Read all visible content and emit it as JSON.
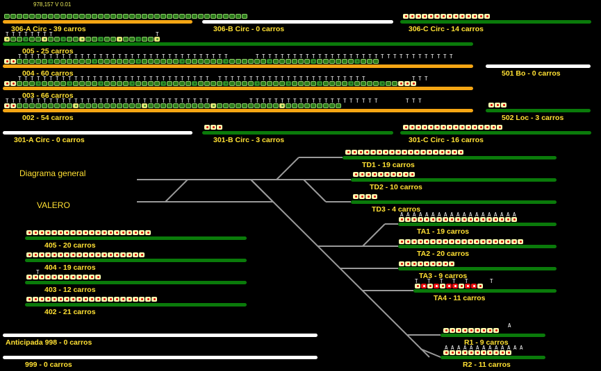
{
  "header": {
    "version": "978,157 V 0.01"
  },
  "title": {
    "line1": "Diagrama general",
    "line2": "VALERO"
  },
  "tracks": {
    "t306a": "306-A Circ - 39 carros",
    "t306b": "306-B Circ - 0 carros",
    "t306c": "306-C Circ - 14 carros",
    "t005": "005 - 25 carros",
    "t004": "004 - 60 carros",
    "t003": "003 - 66 carros",
    "t002": "002 - 54 carros",
    "t501": "501 Bo - 0 carros",
    "t502": "502 Loc - 3 carros",
    "t301a": "301-A Circ - 0 carros",
    "t301b": "301-B Circ - 3 carros",
    "t301c": "301-C Circ - 16 carros",
    "td1": "TD1 - 19 carros",
    "td2": "TD2 - 10 carros",
    "td3": "TD3 - 4 carros",
    "ta1": "TA1 - 19 carros",
    "ta2": "TA2 - 20 carros",
    "ta3": "TA3 - 9 carros",
    "ta4": "TA4 - 11 carros",
    "t405": "405 - 20 carros",
    "t404": "404 - 19 carros",
    "t403": "403 - 12 carros",
    "t402": "402 - 21 carros",
    "anticipada": "Anticipada 998 - 0 carros",
    "t999": "999 - 0 carros",
    "r1": "R1 - 9 carros",
    "r2": "R2 - 11 carros"
  },
  "car_counts": {
    "t306a": 39,
    "t306c": 14,
    "t005": 25,
    "t004": 60,
    "t003": 66,
    "t002": 54,
    "t502": 3,
    "t301b": 3,
    "t301c": 16,
    "td1": 19,
    "td2": 10,
    "td3": 4,
    "ta1": 19,
    "ta2": 20,
    "ta3": 9,
    "ta4": 11,
    "t405": 20,
    "t404": 19,
    "t403": 12,
    "t402": 21,
    "r1": 9,
    "r2": 11
  },
  "marker_letters": {
    "tank": "T",
    "a_type": "A"
  },
  "colors": {
    "background": "#000000",
    "track_green": "#0a7a0a",
    "track_orange": "#f5a614",
    "track_empty": "#ffffff",
    "label": "#ffe033"
  }
}
